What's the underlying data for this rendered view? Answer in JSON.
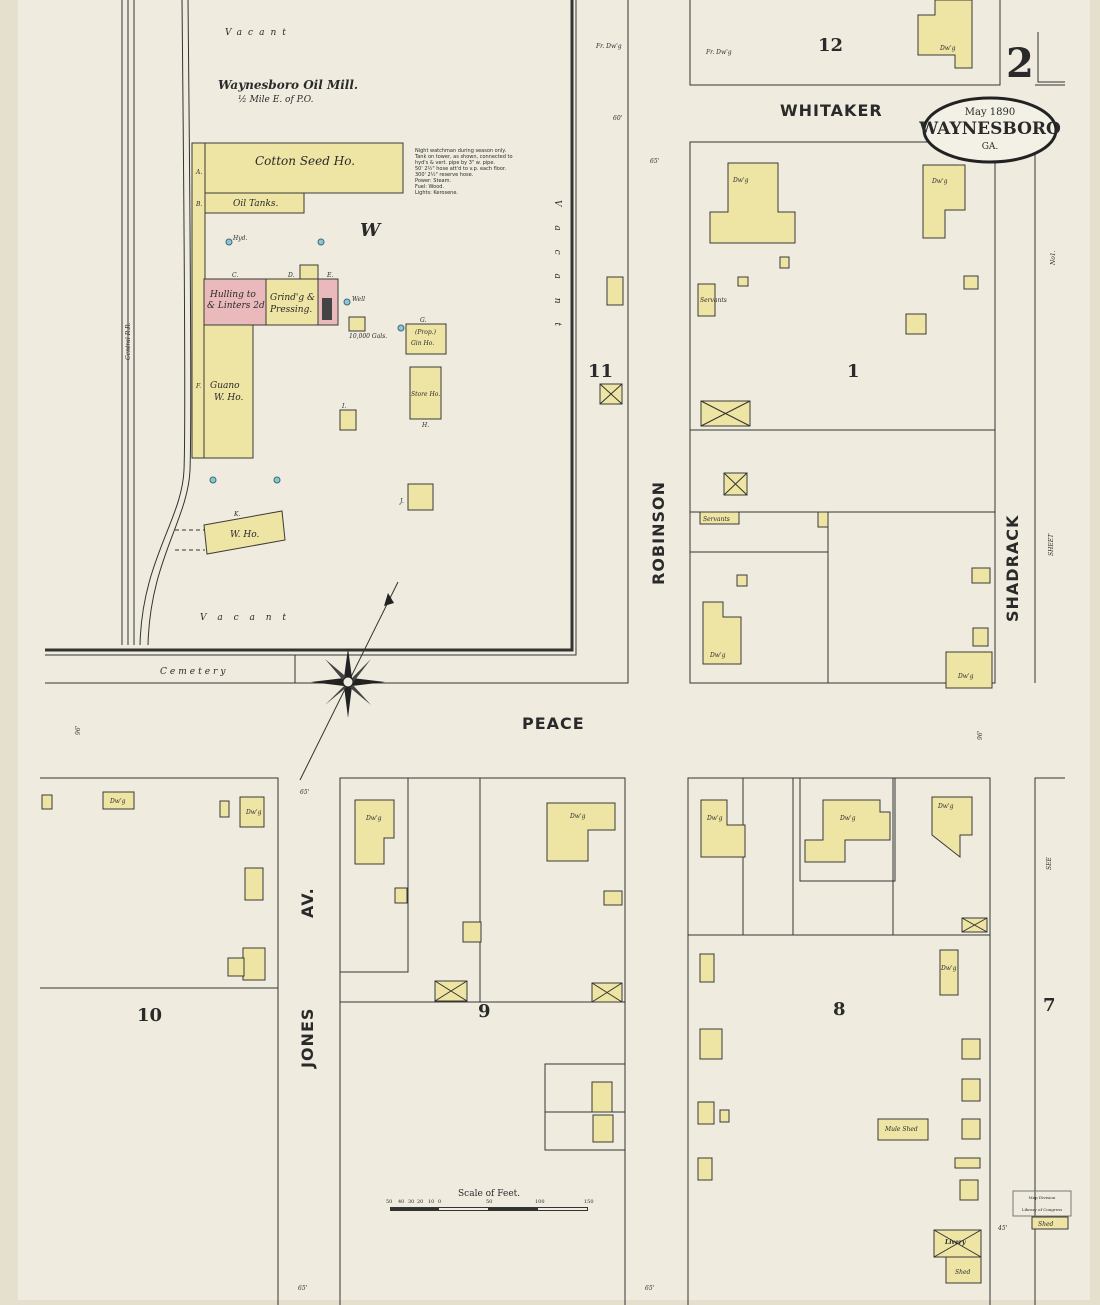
{
  "title": {
    "date": "May 1890",
    "town": "WAYNESBORO",
    "state": "GA.",
    "sheet_number": "2"
  },
  "streets": {
    "whitaker": "WHITAKER",
    "robinson": "ROBINSON",
    "peace": "PEACE",
    "jones": "JONES",
    "jones_suffix": "AV.",
    "shadrack": "SHADRACK",
    "cemetery": "Cemetery",
    "see": "SEE",
    "sheet": "SHEET",
    "no1": "No1."
  },
  "blocks": [
    "12",
    "1",
    "11",
    "10",
    "9",
    "8",
    "7"
  ],
  "oil_mill": {
    "title": "Waynesboro Oil Mill.",
    "subtitle": "½ Mile E. of P.O.",
    "vacant_top": "Vacant",
    "vacant_bottom": "V a c a n t",
    "vacant_side": "V a c a n t",
    "w": "W",
    "railroad": "Central R.R.",
    "notes": [
      "Night watchman during season only.",
      "Tank on tower, as shown, connected to",
      "hyd's & vert. pipe by 3\" w. pipe.",
      "50' 2½\" hose att'd to v.p. each floor.",
      "300' 2½\" reserve hose.",
      "Power: Steam.",
      "Fuel: Wood.",
      "Lights: Kerosene."
    ],
    "buildings": {
      "cotton_seed": "Cotton Seed Ho.",
      "oil_tanks": "Oil Tanks.",
      "hulling": "Hulling to",
      "linters": "& Linters 2d",
      "grinding": "Grind'g &",
      "pressing": "Pressing.",
      "guano": "Guano",
      "guano2": "W. Ho.",
      "gin": "Gin Ho.",
      "gin_note": "(Prop.)",
      "store": "Store Ho.",
      "wh": "W. Ho.",
      "tank": "10,000 Gals.",
      "well": "Well",
      "hyd": "Hyd."
    },
    "letters": [
      "A.",
      "B.",
      "C.",
      "D.",
      "E.",
      "F.",
      "G.",
      "H.",
      "I.",
      "J.",
      "K."
    ]
  },
  "labels": {
    "dwelling": "Dw'g",
    "servants": "Servants",
    "mule_shed": "Mule Shed",
    "livery": "Livery",
    "shed": "Shed",
    "fr_dwg": "Fr. Dw'g"
  },
  "elevations": [
    "60'",
    "65'",
    "96'",
    "45'"
  ],
  "scale": {
    "title": "Scale of Feet.",
    "ticks": [
      "50",
      "40",
      "30",
      "20",
      "10",
      "0",
      "50",
      "100",
      "150"
    ]
  },
  "stamp": {
    "line1": "Map Division",
    "line2": "Library of Congress"
  },
  "colors": {
    "paper": "#efecdf",
    "frame_brick": "#e9b9bb",
    "frame": "#eee4a4",
    "hydrant": "#8fc3d6"
  }
}
